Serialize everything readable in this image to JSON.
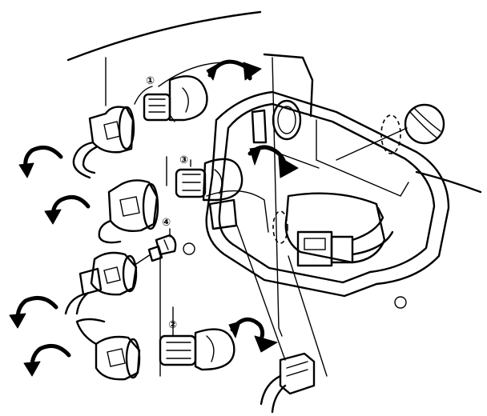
{
  "diagram": {
    "callouts": [
      {
        "id": "1",
        "label": "①"
      },
      {
        "id": "2",
        "label": "②"
      },
      {
        "id": "3",
        "label": "③"
      },
      {
        "id": "4",
        "label": "④"
      }
    ],
    "colors": {
      "ink": "#000000",
      "paper": "#ffffff"
    }
  }
}
